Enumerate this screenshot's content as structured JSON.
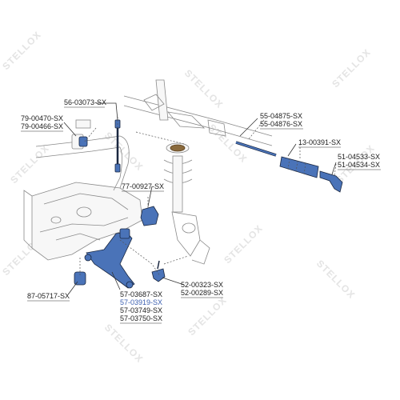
{
  "watermark": {
    "text": "STELLOX"
  },
  "colors": {
    "part_highlight": "#4a73b8",
    "label_blue": "#3b5fb0",
    "label_dark": "#1c1c1c"
  },
  "labels": {
    "p56_03073": "56-03073-SX",
    "p79_00470": "79-00470-SX",
    "p79_00466": "79-00466-SX",
    "p55_04875": "55-04875-SX",
    "p55_04876": "55-04876-SX",
    "p13_00391": "13-00391-SX",
    "p51_04533": "51-04533-SX",
    "p51_04534": "51-04534-SX",
    "p77_00927": "77-00927-SX",
    "p87_05717": "87-05717-SX",
    "p52_00323": "52-00323-SX",
    "p52_00289": "52-00289-SX",
    "p57_03687": "57-03687-SX",
    "p57_03919": "57-03919-SX",
    "p57_03749": "57-03749-SX",
    "p57_03750": "57-03750-SX"
  }
}
